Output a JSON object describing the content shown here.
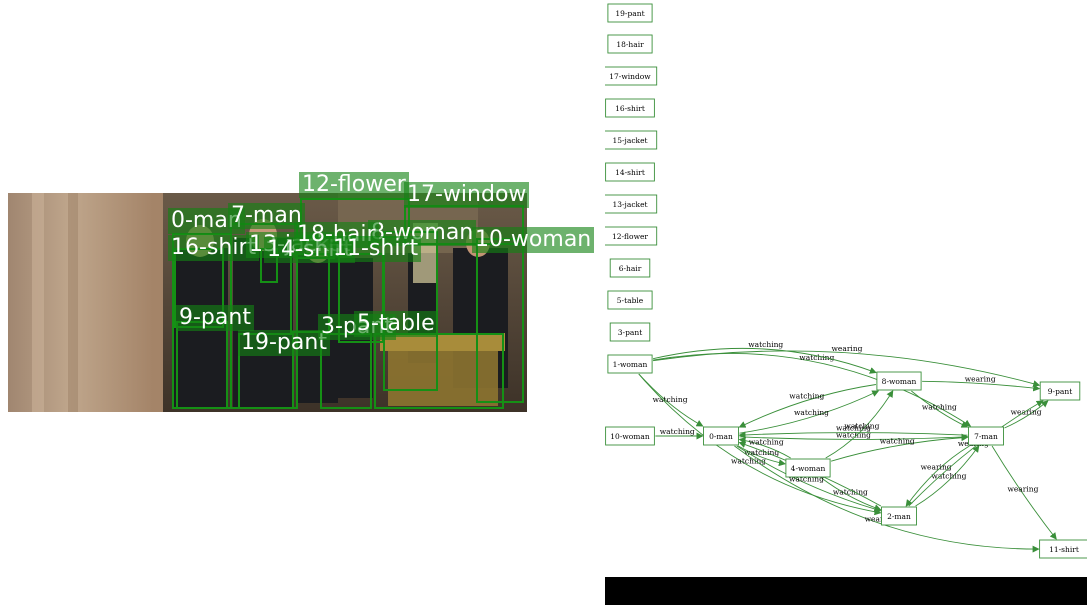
{
  "colors": {
    "box": "#159015",
    "label_bg": "rgba(20,130,20,0.62)",
    "edge": "#3a8f3a",
    "node_border": "#3a8f3a",
    "text": "#000000"
  },
  "scene": {
    "detections": [
      {
        "id": "d0",
        "label": "0-man"
      },
      {
        "id": "d7",
        "label": "7-man"
      },
      {
        "id": "d12",
        "label": "12-flower"
      },
      {
        "id": "d17",
        "label": "17-window"
      },
      {
        "id": "d18",
        "label": "18-hair"
      },
      {
        "id": "d8",
        "label": "8-woman"
      },
      {
        "id": "d10",
        "label": "10-woman"
      },
      {
        "id": "d16",
        "label": "16-shirt"
      },
      {
        "id": "d13",
        "label": "13-jacket"
      },
      {
        "id": "d14",
        "label": "14-shirt"
      },
      {
        "id": "d11",
        "label": "11-shirt"
      },
      {
        "id": "d9",
        "label": "9-pant"
      },
      {
        "id": "d19",
        "label": "19-pant"
      },
      {
        "id": "d3",
        "label": "3-pant"
      },
      {
        "id": "d5",
        "label": "5-table"
      }
    ]
  },
  "graph": {
    "nodes": [
      {
        "id": "n19",
        "label": "19-pant"
      },
      {
        "id": "n18",
        "label": "18-hair"
      },
      {
        "id": "n17",
        "label": "17-window"
      },
      {
        "id": "n16",
        "label": "16-shirt"
      },
      {
        "id": "n15",
        "label": "15-jacket"
      },
      {
        "id": "n14",
        "label": "14-shirt"
      },
      {
        "id": "n13",
        "label": "13-jacket"
      },
      {
        "id": "n12",
        "label": "12-flower"
      },
      {
        "id": "n6",
        "label": "6-hair"
      },
      {
        "id": "n5",
        "label": "5-table"
      },
      {
        "id": "n3",
        "label": "3-pant"
      },
      {
        "id": "n1",
        "label": "1-woman"
      },
      {
        "id": "n10",
        "label": "10-woman"
      },
      {
        "id": "n0",
        "label": "0-man"
      },
      {
        "id": "n4",
        "label": "4-woman"
      },
      {
        "id": "n8",
        "label": "8-woman"
      },
      {
        "id": "n2",
        "label": "2-man"
      },
      {
        "id": "n7",
        "label": "7-man"
      },
      {
        "id": "n9",
        "label": "9-pant"
      },
      {
        "id": "n11",
        "label": "11-shirt"
      }
    ],
    "edges": [
      {
        "from": "n1",
        "to": "n7",
        "label": "watching"
      },
      {
        "from": "n1",
        "to": "n8",
        "label": "watching"
      },
      {
        "from": "n1",
        "to": "n9",
        "label": "wearing"
      },
      {
        "from": "n1",
        "to": "n0",
        "label": "watching"
      },
      {
        "from": "n1",
        "to": "n2",
        "label": "watching"
      },
      {
        "from": "n10",
        "to": "n0",
        "label": "watching"
      },
      {
        "from": "n0",
        "to": "n8",
        "label": "watching"
      },
      {
        "from": "n8",
        "to": "n0",
        "label": "watching"
      },
      {
        "from": "n0",
        "to": "n7",
        "label": "watching"
      },
      {
        "from": "n7",
        "to": "n0",
        "label": "watching"
      },
      {
        "from": "n0",
        "to": "n4",
        "label": "watching"
      },
      {
        "from": "n4",
        "to": "n0",
        "label": "watching"
      },
      {
        "from": "n4",
        "to": "n8",
        "label": "watching"
      },
      {
        "from": "n4",
        "to": "n7",
        "label": "watching"
      },
      {
        "from": "n4",
        "to": "n2",
        "label": "watching"
      },
      {
        "from": "n2",
        "to": "n0",
        "label": "watching"
      },
      {
        "from": "n0",
        "to": "n2",
        "label": "watching"
      },
      {
        "from": "n8",
        "to": "n7",
        "label": "watching"
      },
      {
        "from": "n8",
        "to": "n9",
        "label": "wearing"
      },
      {
        "from": "n7",
        "to": "n9",
        "label": "wearing"
      },
      {
        "from": "n7",
        "to": "n11",
        "label": "wearing"
      },
      {
        "from": "n2",
        "to": "n7",
        "label": "watching"
      },
      {
        "from": "n7",
        "to": "n2",
        "label": "wearing"
      },
      {
        "from": "n2",
        "to": "n9",
        "label": "wearing"
      },
      {
        "from": "n0",
        "to": "n11",
        "label": "wearing"
      }
    ]
  }
}
